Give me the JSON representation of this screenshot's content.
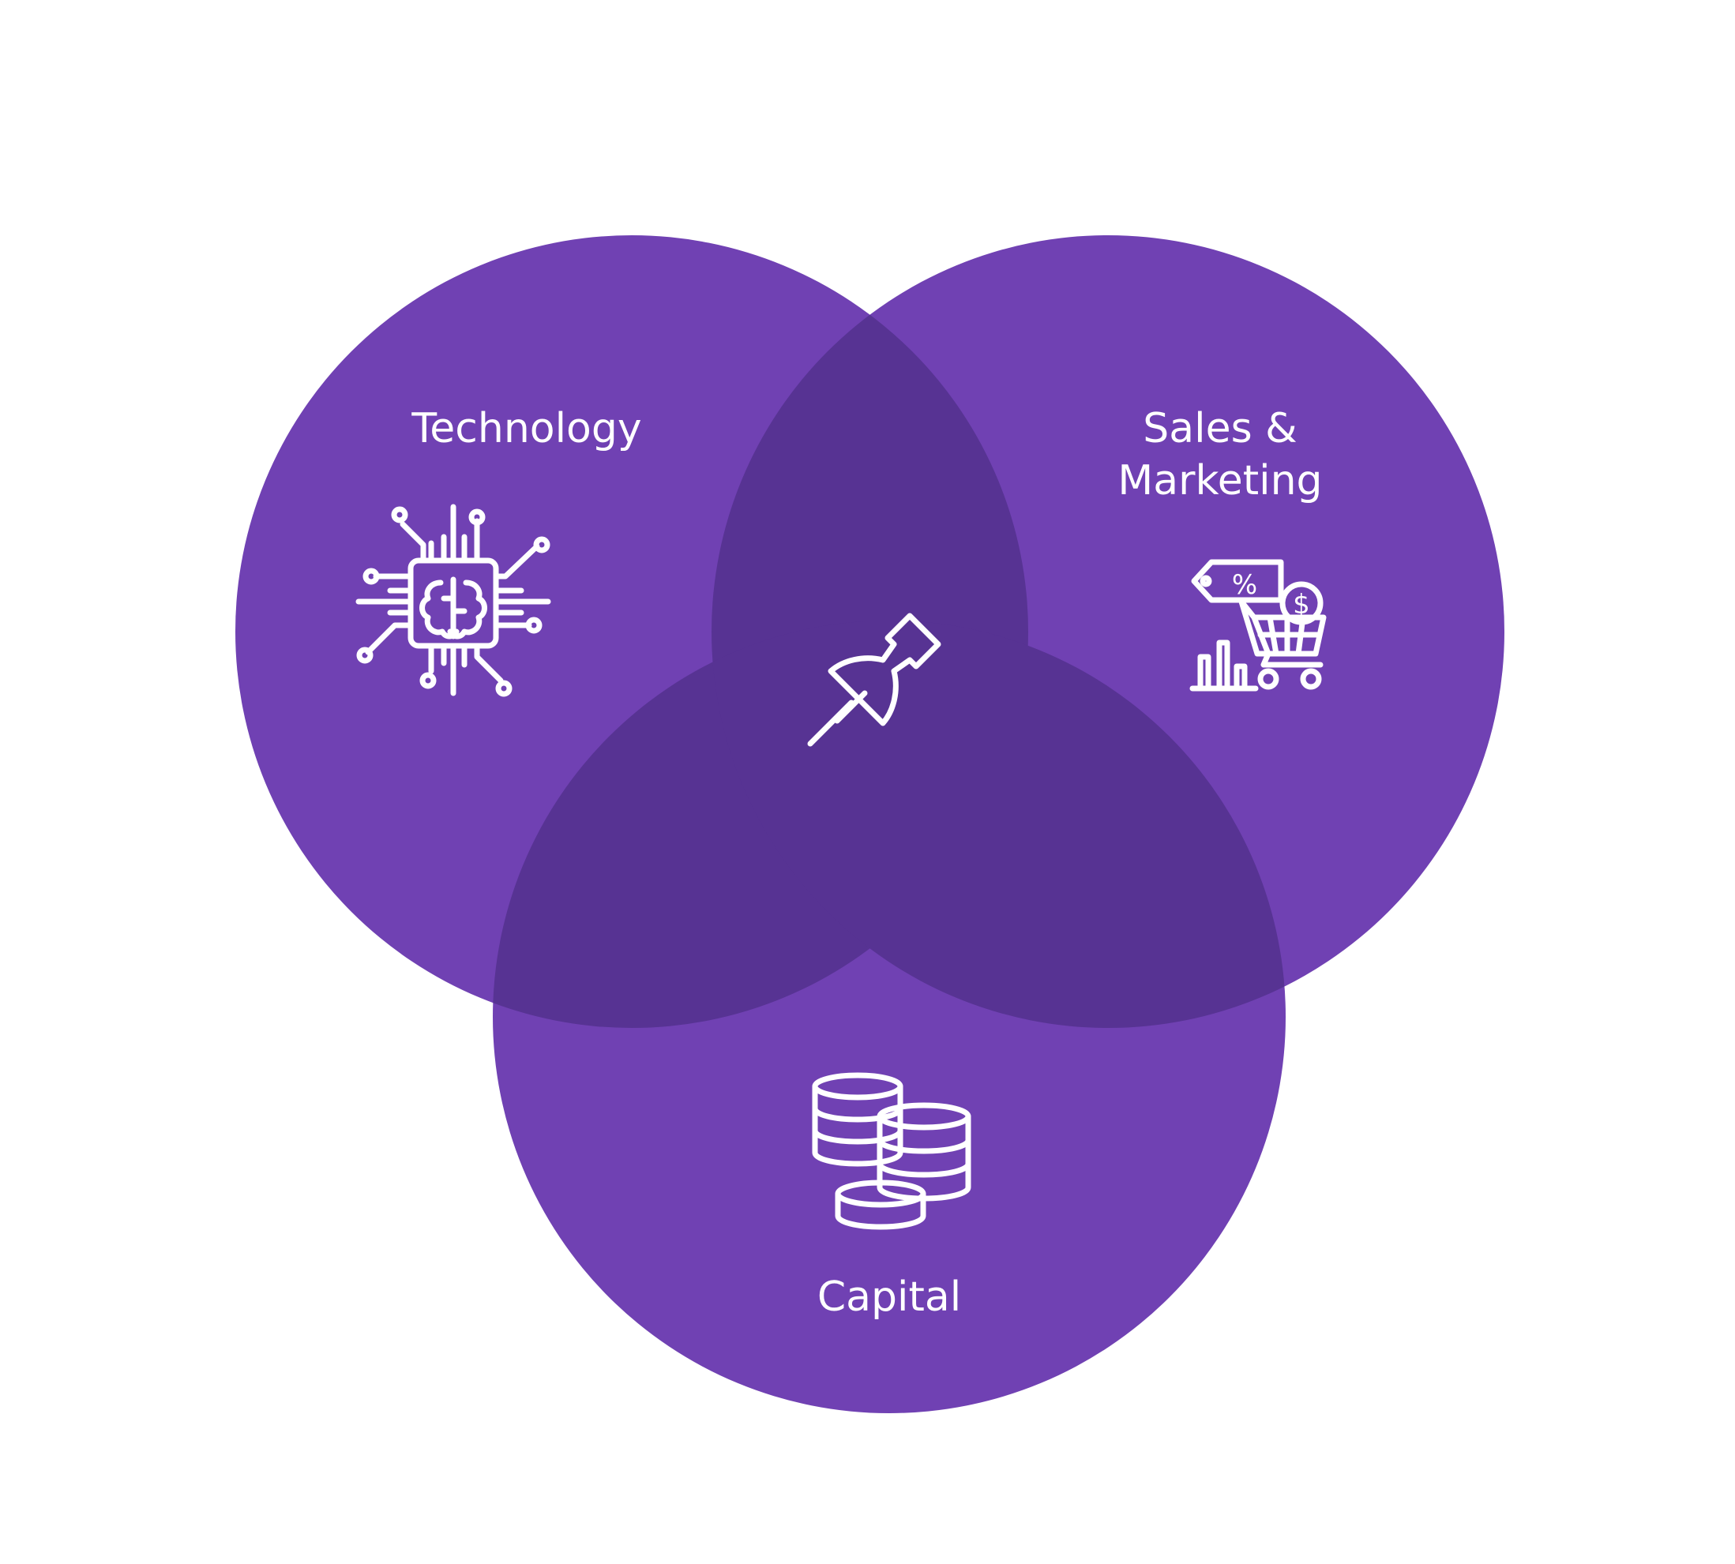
{
  "diagram": {
    "type": "venn",
    "colors": {
      "circle": "#7041b3",
      "overlap": "#573393",
      "text": "#ffffff",
      "background": "#ffffff"
    },
    "sets": [
      {
        "id": "technology",
        "label": "Technology",
        "icon": "ai-chip-brain-icon"
      },
      {
        "id": "sales_marketing",
        "label_lines": [
          "Sales &",
          "Marketing"
        ],
        "icon": "shopping-cart-sale-icon"
      },
      {
        "id": "capital",
        "label": "Capital",
        "icon": "coin-stacks-icon"
      }
    ],
    "center_icon": "push-pin-icon"
  }
}
